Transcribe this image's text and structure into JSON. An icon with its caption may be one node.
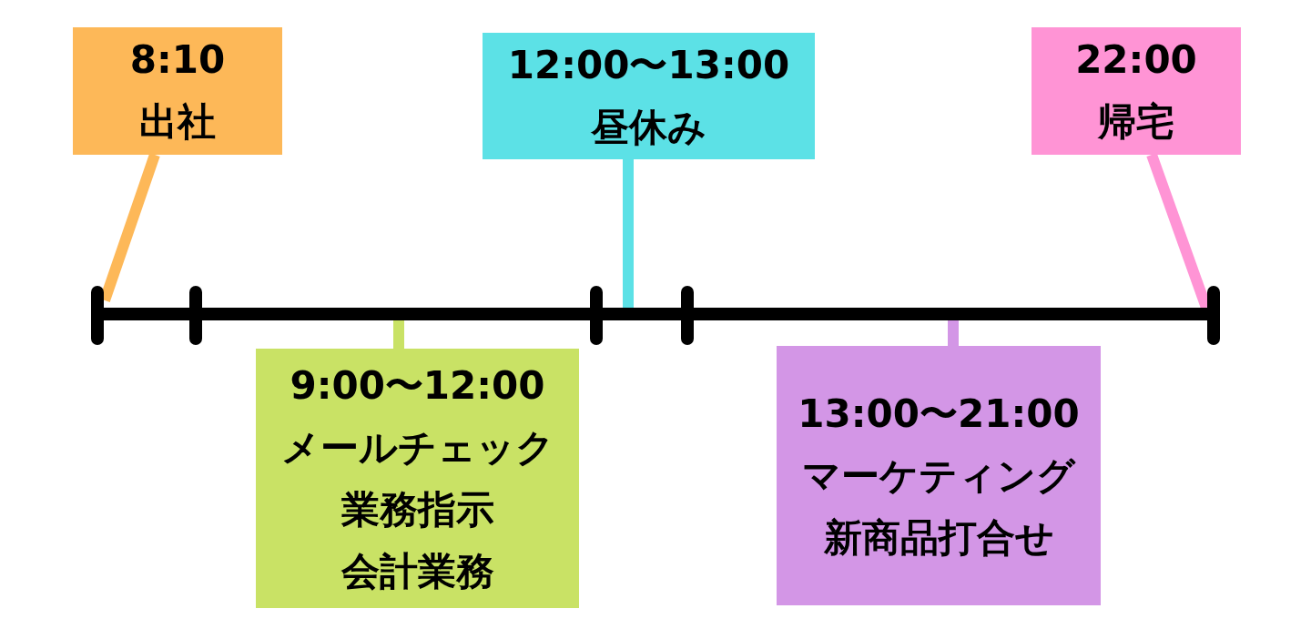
{
  "diagram": {
    "nodes": [
      {
        "text": [
          "8:10",
          "出社"
        ]
      },
      {
        "text": [
          "12:00〜13:00",
          "昼休み"
        ]
      },
      {
        "text": [
          "22:00",
          "帰宅"
        ]
      },
      {
        "text": [
          "9:00〜12:00",
          "メールチェック",
          "業務指示",
          "会計業務"
        ]
      },
      {
        "text": [
          "13:00〜21:00",
          "マーケティング",
          "新商品打合せ"
        ]
      }
    ],
    "edges": [
      {
        "from": 0,
        "to": null,
        "arrow": "none",
        "color": "#fdb858"
      },
      {
        "from": 1,
        "to": null,
        "arrow": "none",
        "color": "#5ce1e6"
      },
      {
        "from": 2,
        "to": null,
        "arrow": "none",
        "color": "#ff94d5"
      },
      {
        "from": 3,
        "to": null,
        "arrow": "none",
        "color": "#c9e265"
      },
      {
        "from": 4,
        "to": null,
        "arrow": "none",
        "color": "#d396e6"
      }
    ]
  }
}
